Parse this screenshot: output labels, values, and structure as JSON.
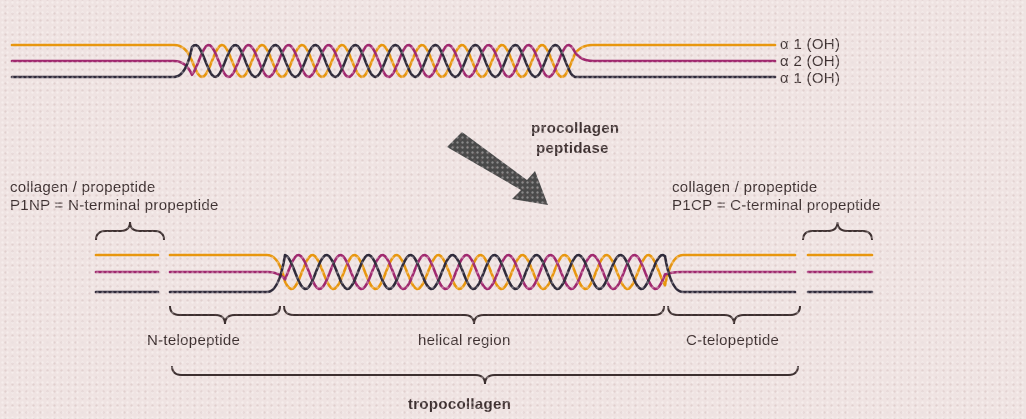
{
  "colors": {
    "background": "#efe3e2",
    "alpha1_strand": "#e8960e",
    "alpha2_strand": "#a0286e",
    "alpha1_strand_b": "#2f2a3a",
    "arrow": "#4a4a4a",
    "text": "#3d3030"
  },
  "procollagen": {
    "strand_labels": [
      "α 1 (OH)",
      "α 2 (OH)",
      "α 1 (OH)"
    ]
  },
  "enzyme": {
    "line1": "procollagen",
    "line2": "peptidase"
  },
  "n_propeptide": {
    "line1": "collagen / propeptide",
    "line2": "P1NP = N-terminal propeptide"
  },
  "c_propeptide": {
    "line1": "collagen / propeptide",
    "line2": "P1CP = C-terminal propeptide"
  },
  "regions": {
    "n_telopeptide": "N-telopeptide",
    "helical": "helical region",
    "c_telopeptide": "C-telopeptide",
    "tropocollagen": "tropocollagen"
  }
}
